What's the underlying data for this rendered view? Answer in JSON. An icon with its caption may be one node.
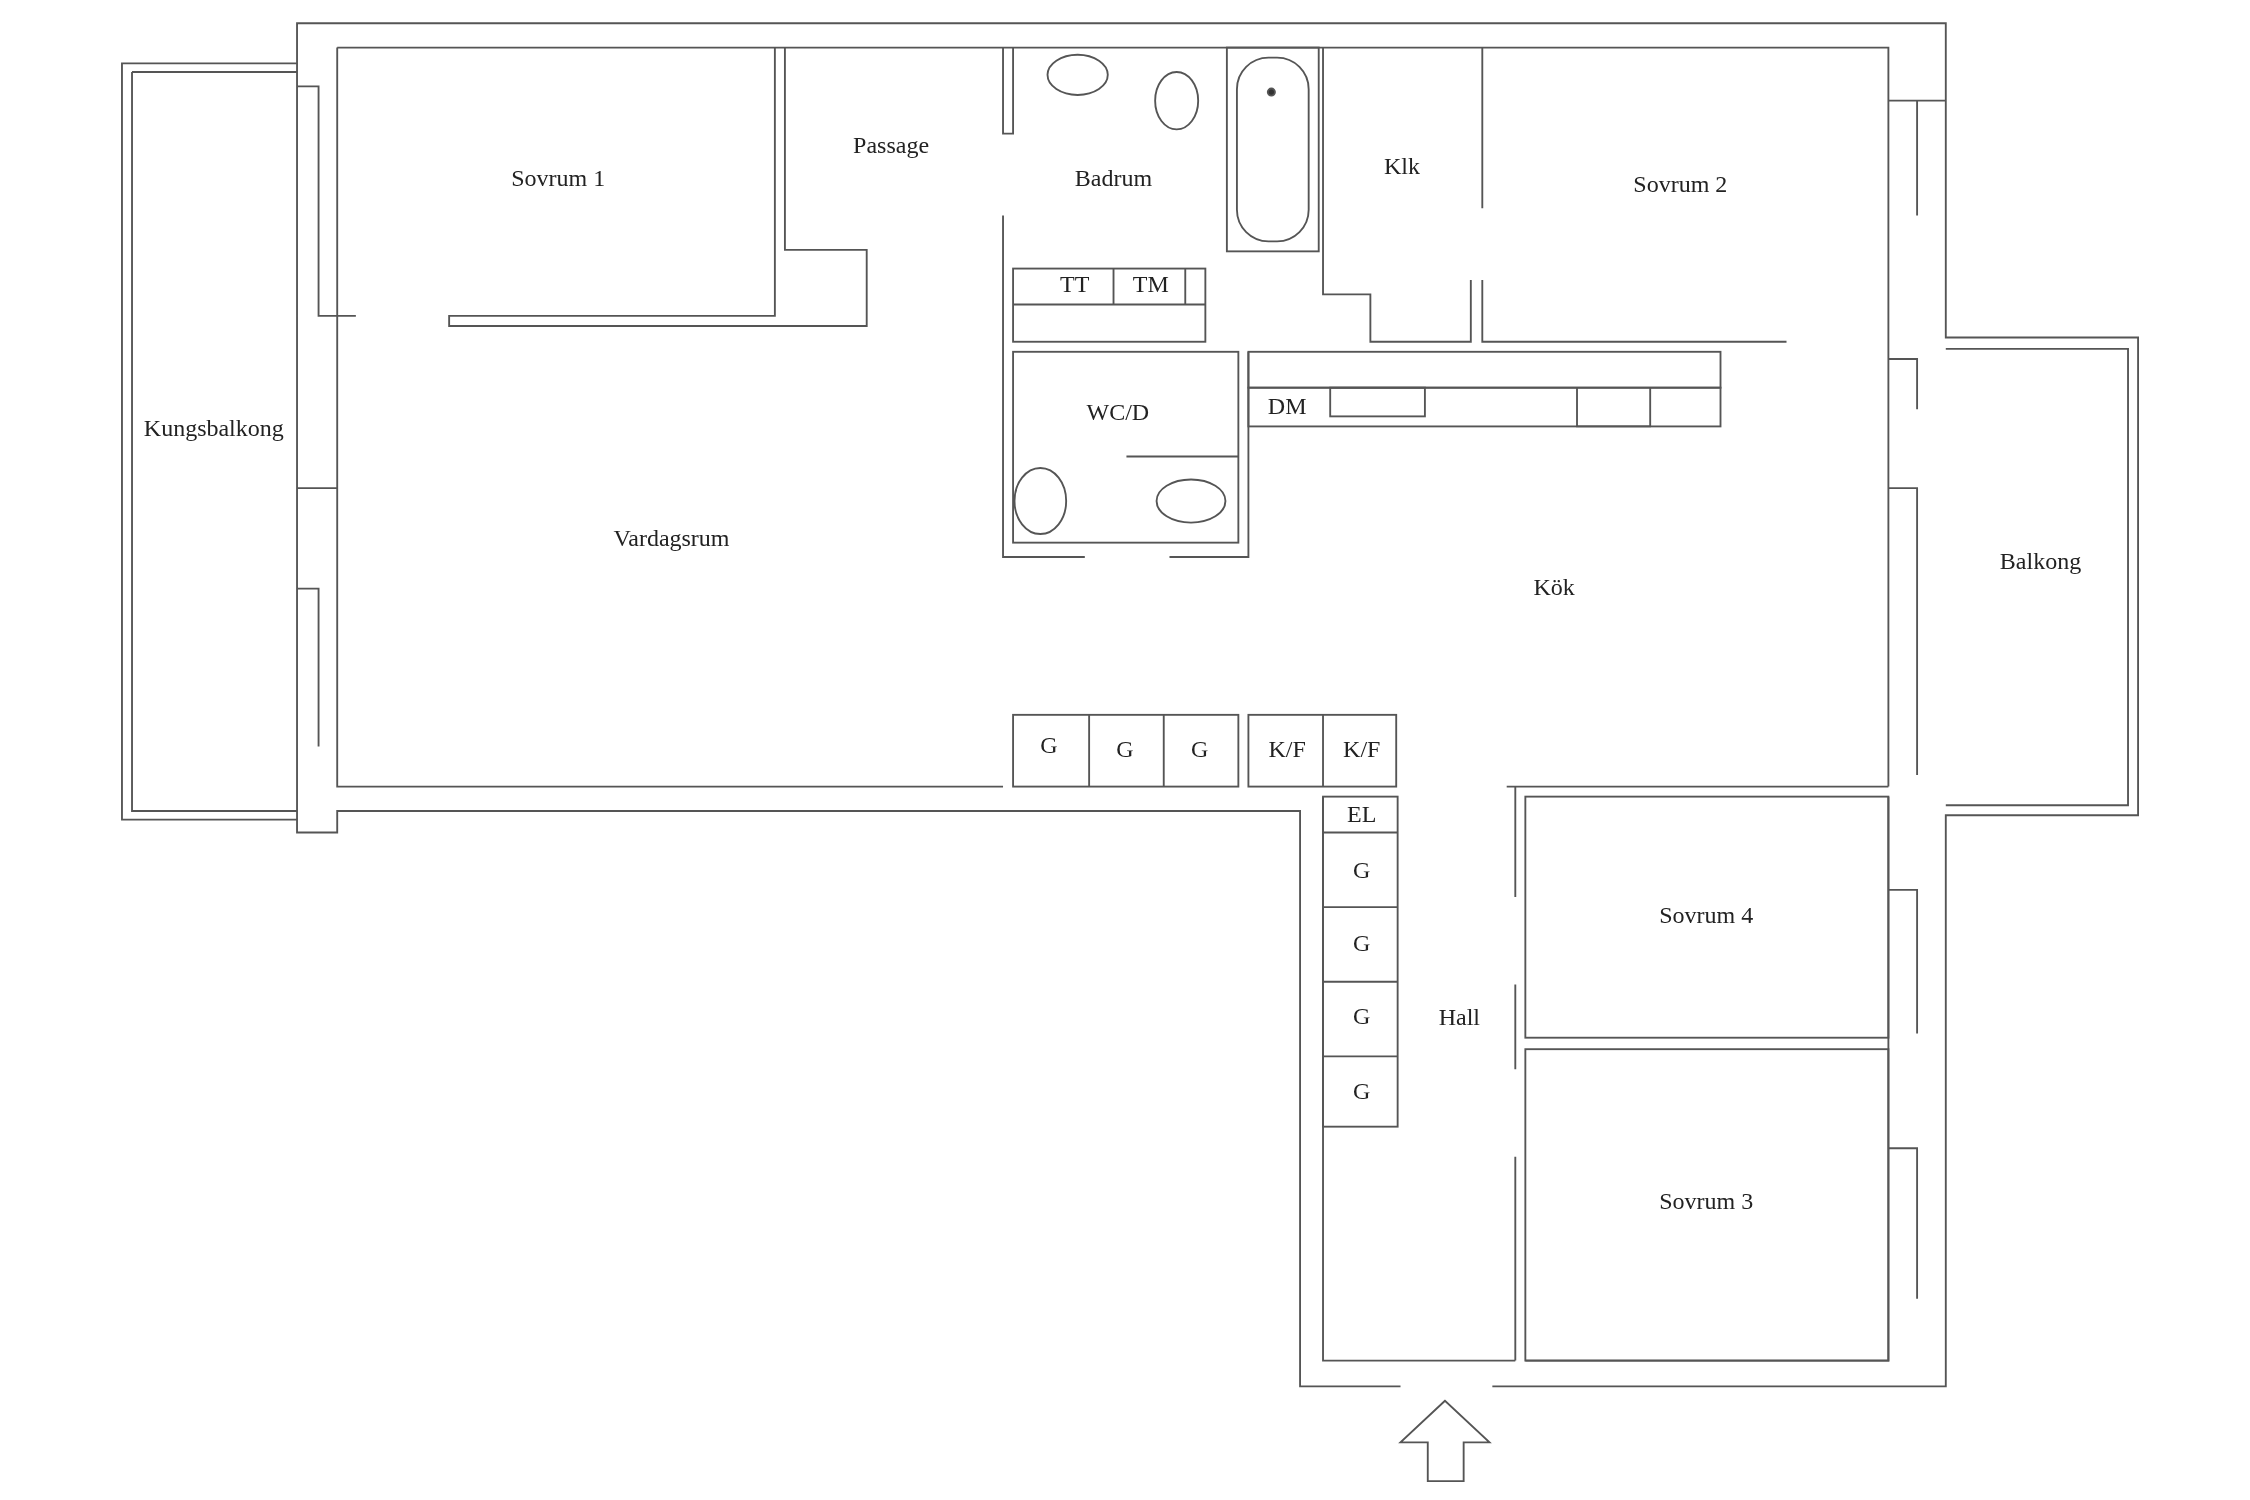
{
  "diagram": {
    "labels": [
      "Sovrum 1",
      "Passage",
      "Badrum",
      "TT",
      "TM",
      "Klk",
      "Sovrum 2",
      "Kungsbalkong",
      "WC/D",
      "DM",
      "Vardagsrum",
      "Kök",
      "Balkong",
      "G",
      "G",
      "G",
      "K/F",
      "K/F",
      "EL",
      "G",
      "G",
      "G",
      "Hall",
      "Sovrum 4",
      "G",
      "Sovrum 3"
    ]
  }
}
